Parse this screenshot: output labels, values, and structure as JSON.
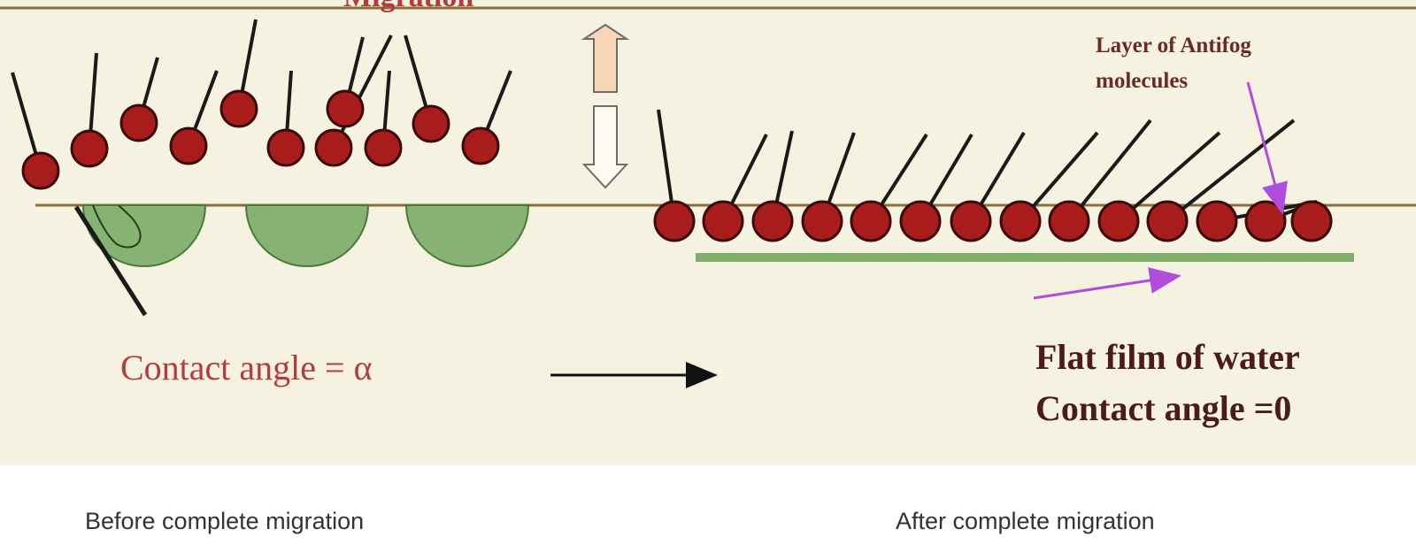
{
  "colors": {
    "background_panel": "#f6f2e2",
    "surface_line": "#8a6d3b",
    "molecule_head": "#a81c1c",
    "molecule_outline": "#3a0a0a",
    "water_droplet": "#86b273",
    "water_film": "#7fae6a",
    "pointer_arrow": "#b04ddb",
    "up_arrow_fill": "#f7d6b8"
  },
  "labels": {
    "top_cropped": "Migration",
    "layer_of_antifog": "Layer of Antifog molecules",
    "contact_angle_alpha": "Contact angle = α",
    "flat_film": "Flat film of water",
    "contact_angle_zero": "Contact angle =0"
  },
  "captions": {
    "before": "Before complete migration",
    "after": "After complete migration"
  }
}
